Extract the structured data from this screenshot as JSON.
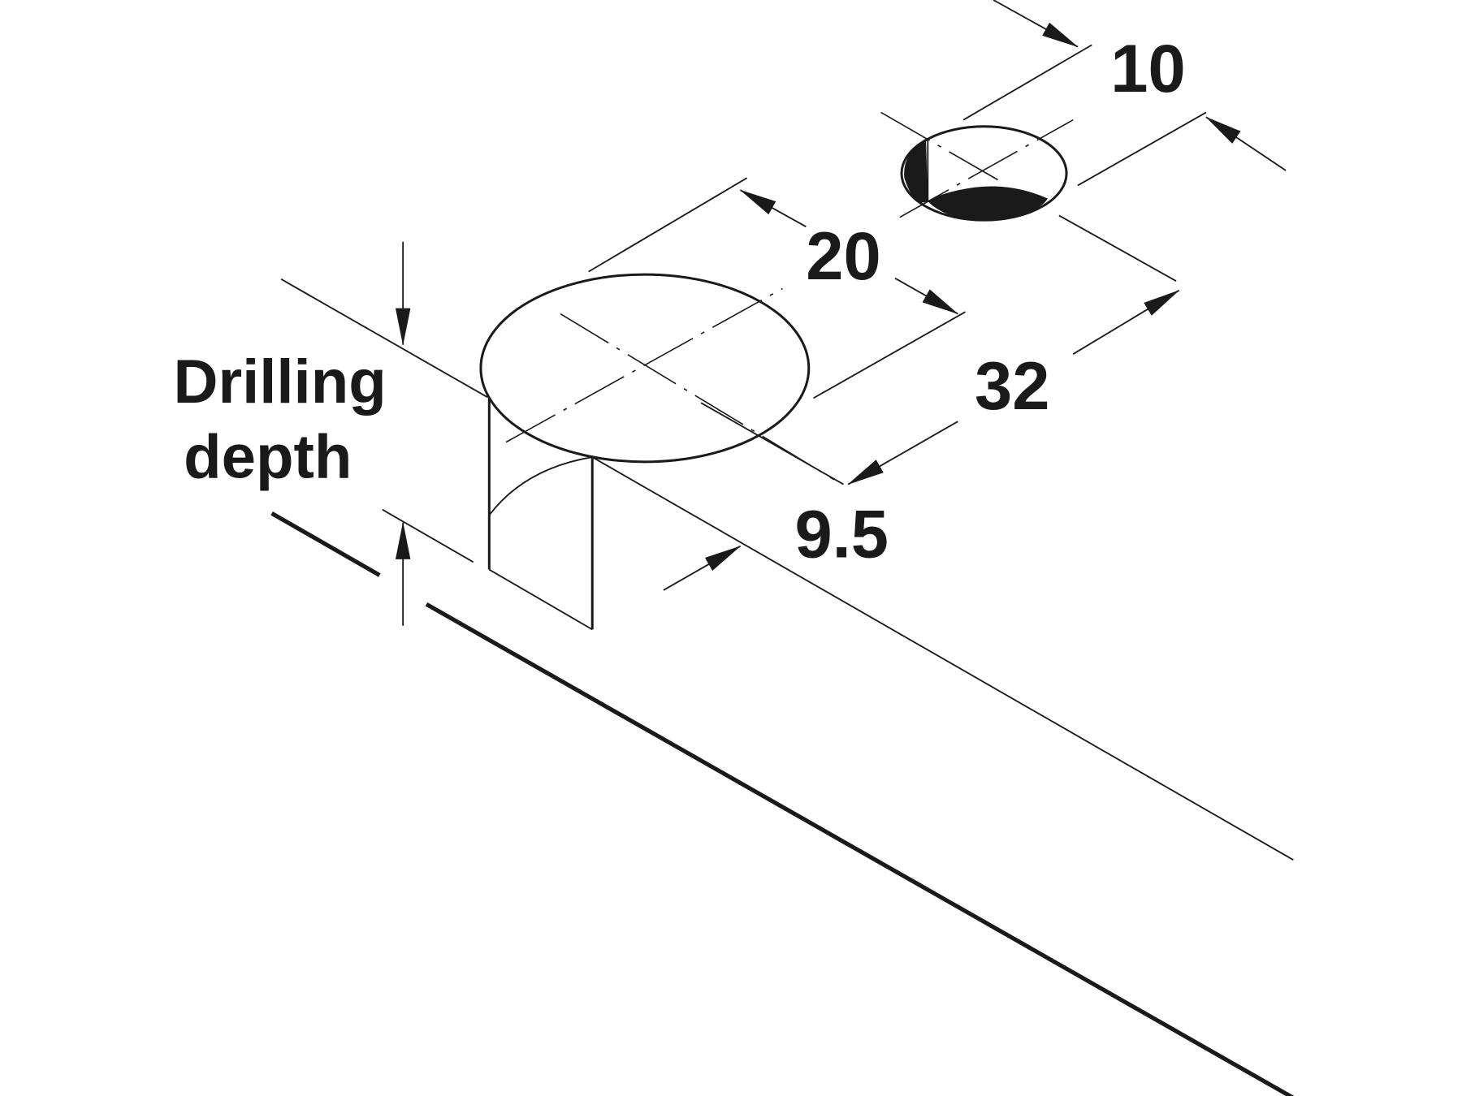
{
  "diagram": {
    "labels": {
      "dim_10": "10",
      "dim_20": "20",
      "dim_32": "32",
      "dim_9_5": "9.5",
      "drilling_line1": "Drilling",
      "drilling_line2": "depth"
    },
    "colors": {
      "ink": "#1a1a1a",
      "background": "#ffffff"
    }
  }
}
